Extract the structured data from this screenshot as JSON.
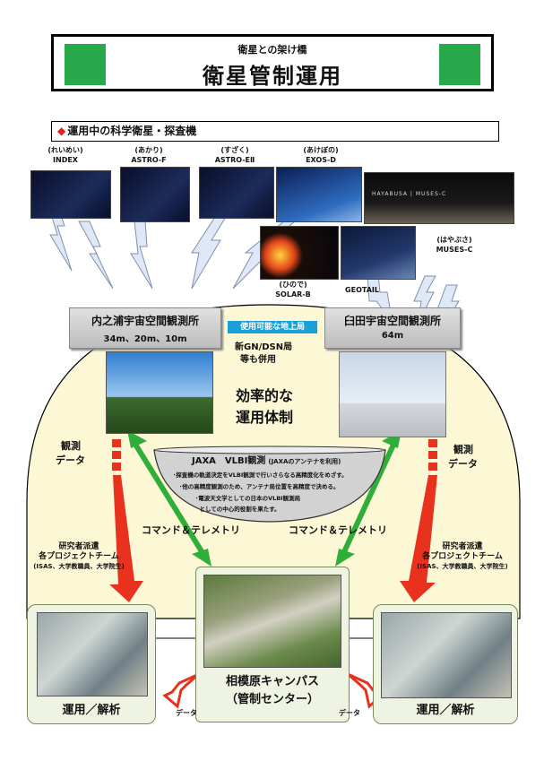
{
  "header": {
    "subtitle": "衛星との架け橋",
    "title": "衛星管制運用"
  },
  "section": {
    "title": "運用中の科学衛星・探査機"
  },
  "satellites": [
    {
      "reading": "(れいめい)",
      "name": "INDEX"
    },
    {
      "reading": "(あかり)",
      "name": "ASTRO-F"
    },
    {
      "reading": "(すざく)",
      "name": "ASTRO-EⅡ"
    },
    {
      "reading": "(あけぼの)",
      "name": "EXOS-D"
    },
    {
      "reading": "(ひので)",
      "name": "SOLAR-B"
    },
    {
      "reading": "",
      "name": "GEOTAIL"
    },
    {
      "reading": "(はやぶさ)",
      "name": "MUSES-C"
    }
  ],
  "hayabusa_image_text": "HAYABUSA | MUSES-C",
  "stations": {
    "left": {
      "name": "内之浦宇宙空間観測所",
      "sizes": "34m、20m、10m"
    },
    "right": {
      "name": "臼田宇宙空間観測所",
      "sizes": "64m"
    }
  },
  "ground": {
    "badge": "使用可能な地上局",
    "line1": "新GN/DSN局",
    "line2": "等も併用"
  },
  "efficiency": {
    "line1": "効率的な",
    "line2": "運用体制"
  },
  "vlbi": {
    "title": "JAXA　VLBI観測",
    "title_note": "(JAXAのアンテナを利用)",
    "bullets": [
      "･探査機の軌道決定をVLBI観測で行いさらなる高精度化をめざす。",
      "･他の高精度観測のため、アンテナ局位置を高精度で決める。",
      "･電波天文学としての日本のVLBI観測局",
      "　としての中心的役割を果たす。"
    ]
  },
  "labels": {
    "obs_data_l1": "観測",
    "obs_data_l2": "データ",
    "command_telemetry": "コマンド＆テレメトリ",
    "researchers_l1": "研究者派遣",
    "researchers_l2": "各プロジェクトチーム",
    "researchers_l3": "(ISAS、大学教職員、大学院生)",
    "data": "データ"
  },
  "campus": {
    "line1": "相模原キャンパス",
    "line2": "（管制センター）"
  },
  "ops": {
    "label": "運用／解析"
  },
  "colors": {
    "header_green": "#27a84a",
    "diamond_red": "#e02020",
    "arrow_red": "#e8321e",
    "arrow_green": "#2fae3a",
    "ellipse": "#fcf8d6",
    "station_tag": "#1aa0d8"
  }
}
